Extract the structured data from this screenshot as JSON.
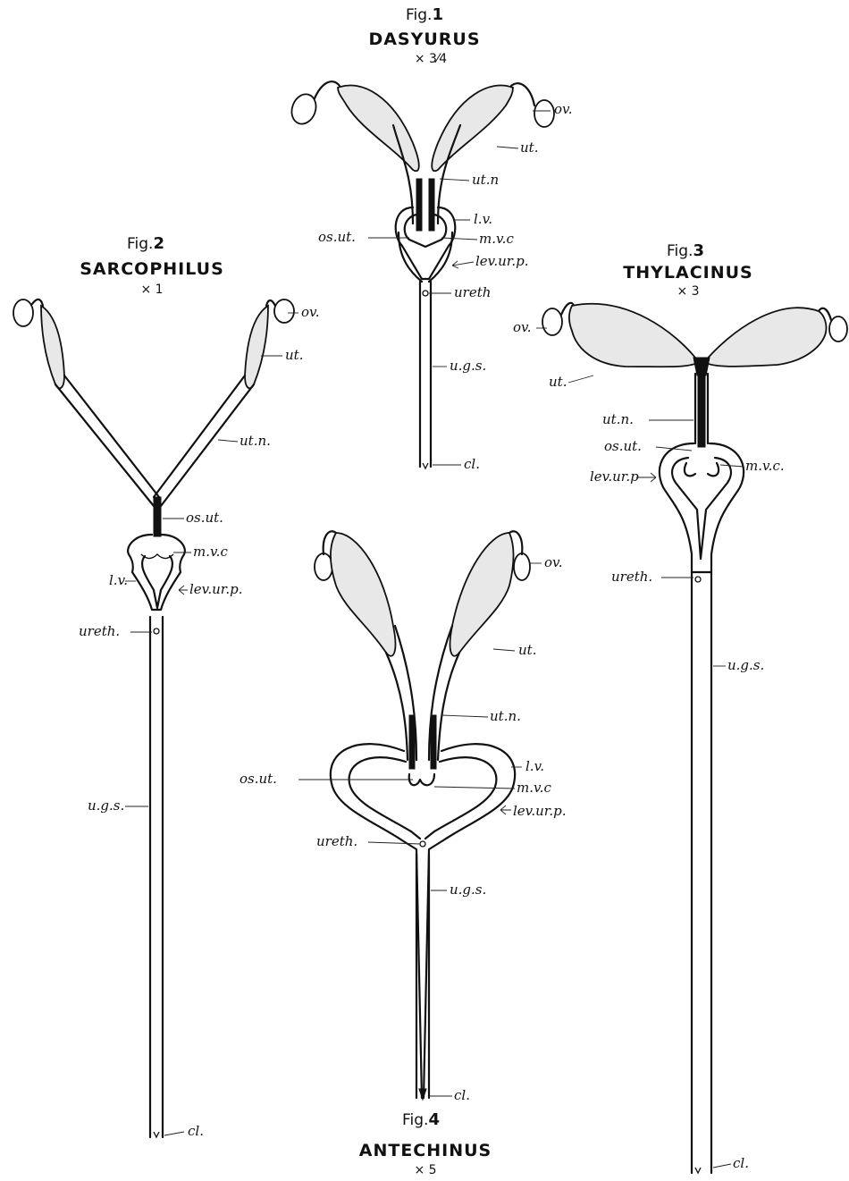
{
  "figures": [
    {
      "fig_prefix": "Fig.",
      "fig_number": "1",
      "genus": "DASYURUS",
      "magnification": "× 3⁄4",
      "labels": [
        "ov.",
        "ut.",
        "ut.n",
        "l.v.",
        "os.ut.",
        "m.v.c",
        "lev.ur.p.",
        "ureth",
        "u.g.s.",
        "cl."
      ]
    },
    {
      "fig_prefix": "Fig.",
      "fig_number": "2",
      "genus": "SARCOPHILUS",
      "magnification": "× 1",
      "labels": [
        "ov.",
        "ut.",
        "ut.n.",
        "os.ut.",
        "m.v.c",
        "l.v.",
        "lev.ur.p.",
        "ureth.",
        "u.g.s.",
        "cl."
      ]
    },
    {
      "fig_prefix": "Fig.",
      "fig_number": "3",
      "genus": "THYLACINUS",
      "magnification": "× 3",
      "labels": [
        "ov.",
        "ut.",
        "ut.n.",
        "os.ut.",
        "m.v.c.",
        "lev.ur.p",
        "ureth.",
        "u.g.s.",
        "cl."
      ]
    },
    {
      "fig_prefix": "Fig.",
      "fig_number": "4",
      "genus": "ANTECHINUS",
      "magnification": "× 5",
      "labels": [
        "ov.",
        "ut.",
        "ut.n.",
        "l.v.",
        "os.ut.",
        "m.v.c",
        "lev.ur.p.",
        "ureth.",
        "u.g.s.",
        "cl."
      ]
    }
  ]
}
